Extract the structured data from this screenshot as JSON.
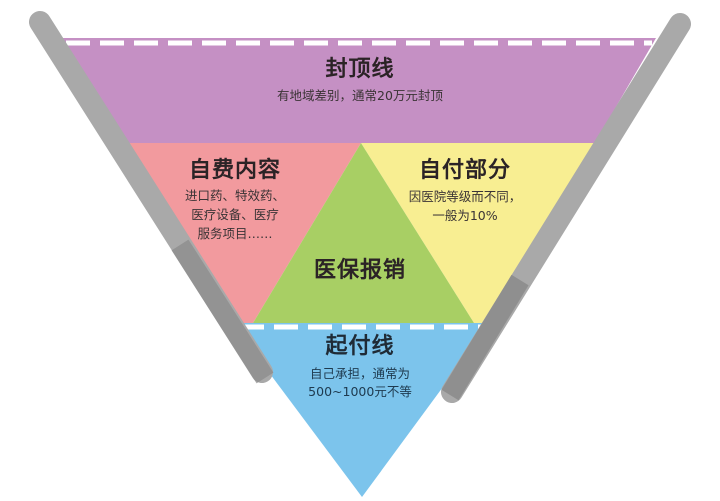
{
  "colors": {
    "ceiling_band": "#c590c4",
    "self_pay_content": "#f29a9e",
    "copay_part": "#f8ee92",
    "insurance_reimburse": "#a8cf64",
    "deductible": "#7cc4ec",
    "rail": "#a9a9a9",
    "dash": "#ffffff"
  },
  "ceiling": {
    "title": "封顶线",
    "desc": "有地域差别，通常20万元封顶"
  },
  "self_pay_content": {
    "title": "自费内容",
    "desc_lines": [
      "进口药、特效药、",
      "医疗设备、医疗",
      "服务项目……"
    ]
  },
  "copay_part": {
    "title": "自付部分",
    "desc_lines": [
      "因医院等级而不同，",
      "一般为10%"
    ]
  },
  "insurance_reimburse": {
    "title": "医保报销"
  },
  "deductible": {
    "title": "起付线",
    "desc_lines": [
      "自己承担，通常为",
      "500~1000元不等"
    ]
  }
}
